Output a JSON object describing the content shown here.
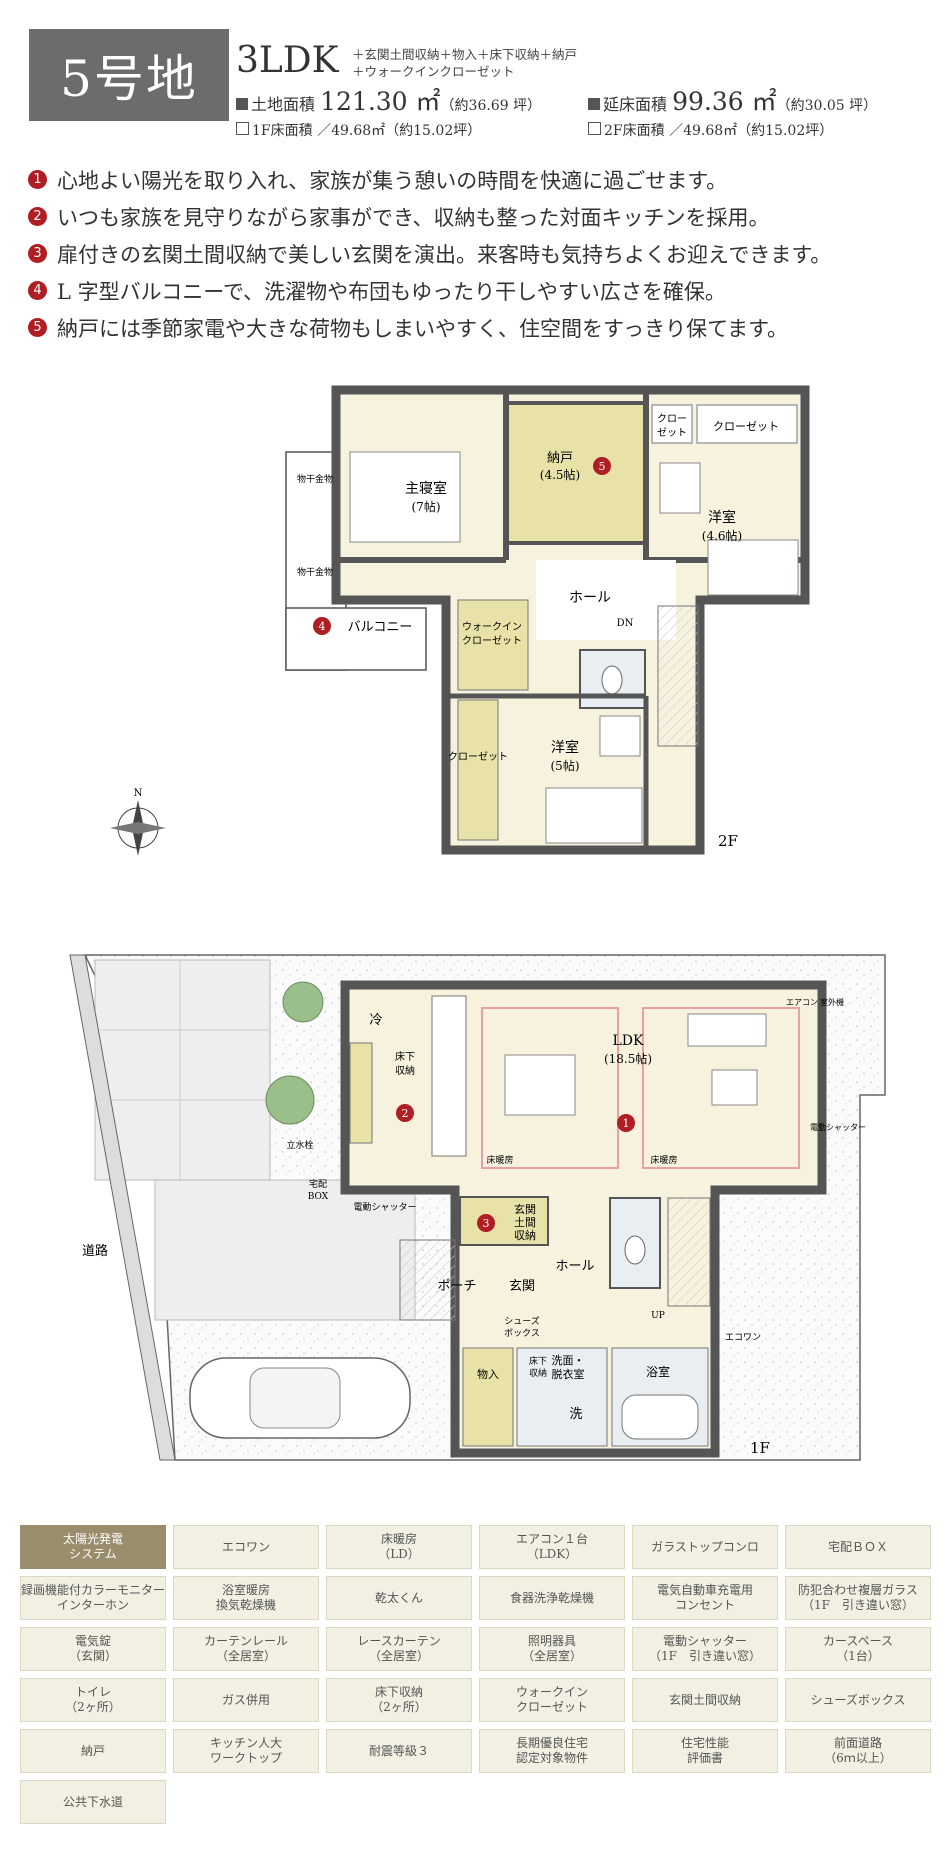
{
  "header": {
    "lot": "5号地",
    "type": "3LDK",
    "extras": [
      "＋玄関土間収納＋物入＋床下収納＋納戸",
      "＋ウォークインクローゼット"
    ],
    "land_area": {
      "label": "土地面積",
      "value": "121.30 ㎡",
      "note": "（約36.69 坪）"
    },
    "total_floor": {
      "label": "延床面積",
      "value": "99.36 ㎡",
      "note": "（約30.05 坪）"
    },
    "floor1": "1F床面積 ／49.68㎡（約15.02坪）",
    "floor2": "2F床面積 ／49.68㎡（約15.02坪）"
  },
  "features": [
    {
      "n": "1",
      "text": "心地よい陽光を取り入れ、家族が集う憩いの時間を快適に過ごせます。"
    },
    {
      "n": "2",
      "text": "いつも家族を見守りながら家事ができ、収納も整った対面キッチンを採用。"
    },
    {
      "n": "3",
      "text": "扉付きの玄関土間収納で美しい玄関を演出。来客時も気持ちよくお迎えできます。"
    },
    {
      "n": "4",
      "text": "L 字型バルコニーで、洗濯物や布団もゆったり干しやすい広さを確保。"
    },
    {
      "n": "5",
      "text": "納戸には季節家電や大きな荷物もしまいやすく、住空間をすっきり保てます。"
    }
  ],
  "floor2": {
    "label": "2F",
    "master": "主寝室",
    "master_size": "(7帖)",
    "storage": "納戸",
    "storage_size": "(4.5帖)",
    "closet1": "クロー",
    "closet1b": "ゼット",
    "closet2": "クローゼット",
    "western1": "洋室",
    "western1_size": "(4.6帖)",
    "hall": "ホール",
    "dn": "DN",
    "wic": "ウォークイン",
    "wic2": "クローゼット",
    "balcony": "バルコニー",
    "hanger": "物干金物",
    "closet3": "クローゼット",
    "western2": "洋室",
    "western2_size": "(5帖)",
    "north": "N"
  },
  "floor1": {
    "label": "1F",
    "ldk": "LDK",
    "ldk_size": "(18.5帖)",
    "fridge": "冷",
    "underfloor": "床下",
    "underfloor2": "収納",
    "floorheat": "床暖房",
    "aircon": "エアコン",
    "outdoor_unit": "室外機",
    "shutter": "電動シャッター",
    "shutter_side": "電動シャッター",
    "entrance_storage": "玄関",
    "entrance_storage2": "土間",
    "entrance_storage3": "収納",
    "hall": "ホール",
    "porch": "ポーチ",
    "entrance": "玄関",
    "shoebox": "シューズ",
    "shoebox2": "ボックス",
    "storage": "物入",
    "washroom": "洗面・",
    "washroom2": "脱衣室",
    "bath": "浴室",
    "washer": "洗",
    "up": "UP",
    "ecowan": "エコワン",
    "road": "道路",
    "delivery": "宅配",
    "delivery2": "BOX",
    "faucet": "立水栓",
    "underfloor_b": "床下",
    "underfloor_b2": "収納"
  },
  "equipment": [
    {
      "label": "太陽光発電\nシステム",
      "active": true
    },
    {
      "label": "エコワン"
    },
    {
      "label": "床暖房\n（LD）"
    },
    {
      "label": "エアコン１台\n（LDK）"
    },
    {
      "label": "ガラストップコンロ"
    },
    {
      "label": "宅配ＢＯＸ"
    },
    {
      "label": "録画機能付カラーモニター\nインターホン"
    },
    {
      "label": "浴室暖房\n換気乾燥機"
    },
    {
      "label": "乾太くん"
    },
    {
      "label": "食器洗浄乾燥機"
    },
    {
      "label": "電気自動車充電用\nコンセント"
    },
    {
      "label": "防犯合わせ複層ガラス\n（1F　引き違い窓）"
    },
    {
      "label": "電気錠\n（玄関）"
    },
    {
      "label": "カーテンレール\n（全居室）"
    },
    {
      "label": "レースカーテン\n（全居室）"
    },
    {
      "label": "照明器具\n（全居室）"
    },
    {
      "label": "電動シャッター\n（1F　引き違い窓）"
    },
    {
      "label": "カースペース\n（1台）"
    },
    {
      "label": "トイレ\n（2ヶ所）"
    },
    {
      "label": "ガス併用"
    },
    {
      "label": "床下収納\n（2ヶ所）"
    },
    {
      "label": "ウォークイン\nクローゼット"
    },
    {
      "label": "玄関土間収納"
    },
    {
      "label": "シューズボックス"
    },
    {
      "label": "納戸"
    },
    {
      "label": "キッチン人大\nワークトップ"
    },
    {
      "label": "耐震等級３"
    },
    {
      "label": "長期優良住宅\n認定対象物件"
    },
    {
      "label": "住宅性能\n評価書"
    },
    {
      "label": "前面道路\n（6ｍ以上）"
    },
    {
      "label": "公共下水道"
    }
  ],
  "colors": {
    "accent": "#b01e23",
    "badge": "#6e6c6b",
    "room": "#f6f2de",
    "storage": "#e8e2a8",
    "cell": "#f2f0e3",
    "cell_active": "#9a8d6b"
  }
}
